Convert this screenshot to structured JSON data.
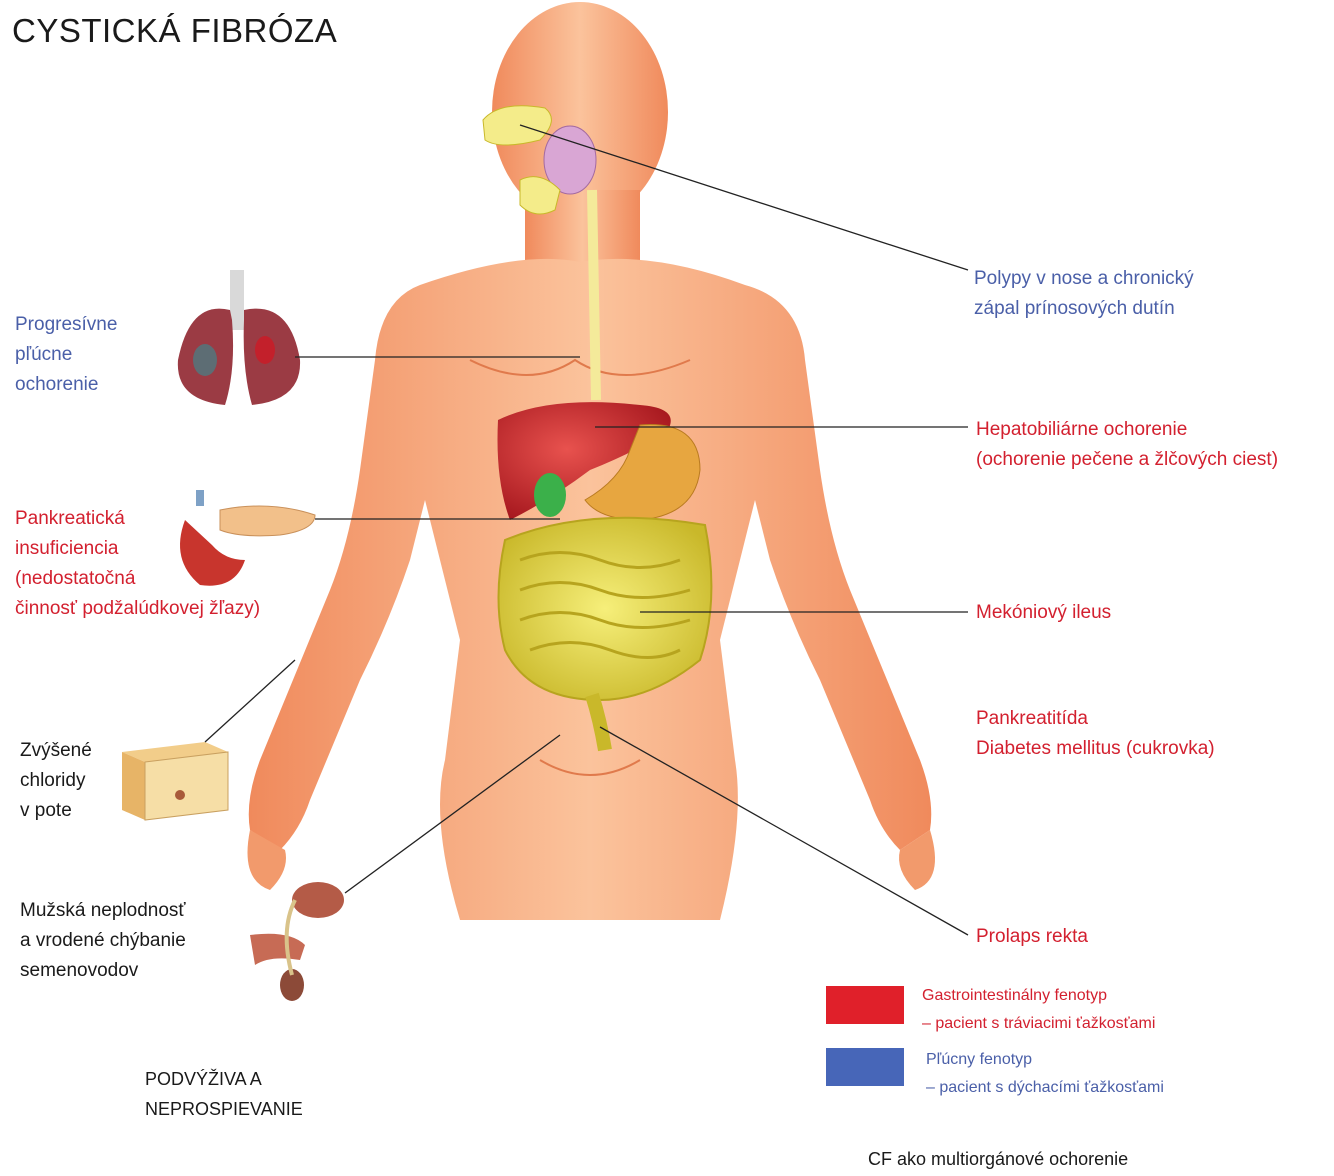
{
  "title": "CYSTICKÁ FIBRÓZA",
  "labels": {
    "nose": [
      "Polypy v nose a chronický",
      "zápal prínosových dutín"
    ],
    "lungs": [
      "Progresívne",
      "pľúcne",
      "ochorenie"
    ],
    "liver": [
      "Hepatobiliárne ochorenie",
      "(ochorenie pečene a žlčových ciest)"
    ],
    "pancreas_insuf": [
      "Pankreatická",
      "insuficiencia",
      "(nedostatočná",
      "činnosť podžalúdkovej žľazy)"
    ],
    "meconium": [
      "Mekóniový ileus"
    ],
    "pancreatitis": [
      "Pankreatitída",
      "Diabetes mellitus (cukrovka)"
    ],
    "sweat": [
      "Zvýšené",
      "chloridy",
      "v pote"
    ],
    "infertility": [
      "Mužská neplodnosť",
      "a vrodené chýbanie",
      "semenovodov"
    ],
    "prolapse": [
      "Prolaps rekta"
    ],
    "malnutrition": [
      "PODVÝŽIVA A",
      "NEPROSPIEVANIE"
    ]
  },
  "legend": [
    {
      "color": "#e0202a",
      "lines": [
        "Gastrointestinálny fenotyp",
        "– pacient s tráviacimi ťažkosťami"
      ]
    },
    {
      "color": "#4766b8",
      "lines": [
        "Pľúcny fenotyp",
        "– pacient s dýchacími ťažkosťami"
      ]
    }
  ],
  "caption": "CF ako multiorgánové ochorenie",
  "colors": {
    "blue_text": "#4a5fa8",
    "red_text": "#d3202f",
    "skin": "#f6a97e"
  }
}
